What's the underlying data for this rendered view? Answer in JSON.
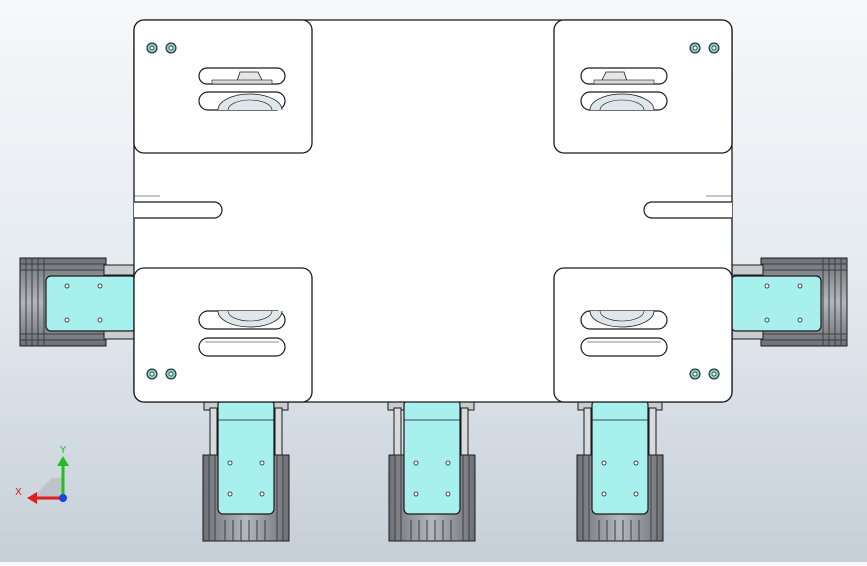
{
  "viewport": {
    "background_top": "#f6f8fa",
    "background_bottom": "#c6cfd8"
  },
  "colors": {
    "plate": "#ffffff",
    "outline": "#1a1a1a",
    "part_cyan": "#a8f0ee",
    "profile_gray": "#8a8d92",
    "rod_gray": "#c9cbce",
    "bolt_teal": "#7fd3cc"
  },
  "triad": {
    "x_label": "X",
    "y_label": "Y",
    "x_color": "#e02020",
    "y_color": "#20c020",
    "z_color": "#2040e0"
  },
  "components": {
    "main_plate": "main-mounting-plate",
    "clamp_pads": [
      "top-left",
      "top-right",
      "bottom-left",
      "bottom-right"
    ],
    "side_cylinders": [
      "left",
      "right"
    ],
    "bottom_cylinders": [
      "left",
      "center",
      "right"
    ]
  }
}
